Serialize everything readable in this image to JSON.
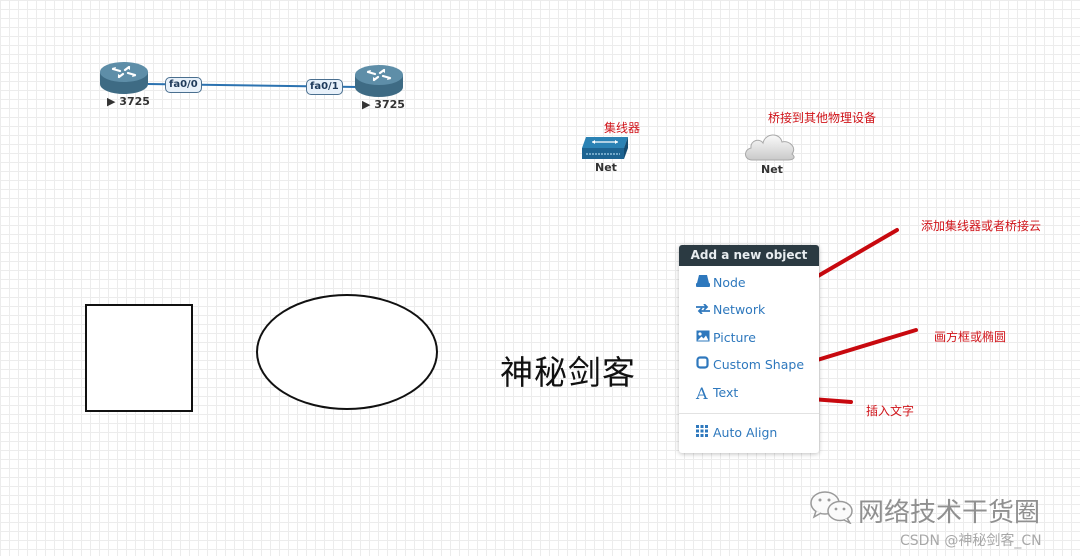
{
  "topology": {
    "routers": [
      {
        "label": "3725",
        "position": "left"
      },
      {
        "label": "3725",
        "position": "right"
      }
    ],
    "link": {
      "interface_a": "fa0/0",
      "interface_b": "fa0/1"
    },
    "hub": {
      "label": "Net",
      "annotation": "集线器"
    },
    "cloud": {
      "label": "Net",
      "annotation": "桥接到其他物理设备"
    }
  },
  "shapes": {
    "rectangle": {
      "stroke": "#111111"
    },
    "ellipse": {
      "stroke": "#111111"
    },
    "text_object": "神秘剑客"
  },
  "context_menu": {
    "title": "Add a new object",
    "items": [
      {
        "label": "Node",
        "icon": "node-icon"
      },
      {
        "label": "Network",
        "icon": "network-icon"
      },
      {
        "label": "Picture",
        "icon": "picture-icon"
      },
      {
        "label": "Custom Shape",
        "icon": "custom-shape-icon"
      },
      {
        "label": "Text",
        "icon": "text-icon"
      },
      {
        "label": "Auto Align",
        "icon": "auto-align-icon"
      }
    ]
  },
  "annotations": {
    "network": "添加集线器或者桥接云",
    "custom_shape": "画方框或椭圆",
    "text": "插入文字",
    "color": "#d0141a"
  },
  "watermark": {
    "brand": "网络技术干货圈",
    "credit": "CSDN @神秘剑客_CN"
  },
  "colors": {
    "menu_header": "#2b3a42",
    "menu_link": "#2e78bd",
    "link_line": "#2b72b0",
    "annotation_red": "#d0141a"
  }
}
